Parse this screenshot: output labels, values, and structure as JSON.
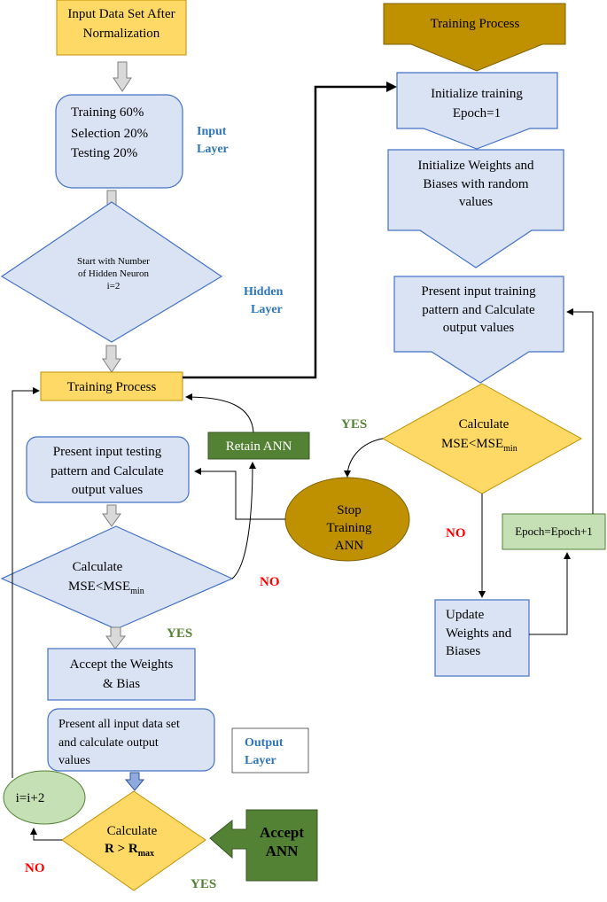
{
  "left": {
    "input_box": [
      "Input Data Set After",
      "Normalization"
    ],
    "split_box": [
      "Training 60%",
      "Selection 20%",
      "Testing 20%"
    ],
    "input_layer_label": [
      "Input",
      "Layer"
    ],
    "hidden_diamond": [
      "Start with Number",
      "of Hidden Neuron",
      "i=2"
    ],
    "hidden_layer_label": [
      "Hidden",
      "Layer"
    ],
    "training_process": "Training Process",
    "retain_ann": "Retain ANN",
    "present_testing": [
      "Present input testing",
      "pattern and Calculate",
      "output values"
    ],
    "stop_training": [
      "Stop",
      "Training",
      "ANN"
    ],
    "calc_mse_diamond": {
      "line1": "Calculate",
      "line2": "MSE<MSE",
      "sub": "min"
    },
    "no_label": "NO",
    "yes_label": "YES",
    "accept_weights": [
      "Accept the Weights",
      "& Bias"
    ],
    "present_all": [
      "Present all input data set",
      "and calculate output",
      "values"
    ],
    "output_layer_label": [
      "Output",
      "Layer"
    ],
    "increment": "i=i+2",
    "calc_r_diamond": {
      "line1": "Calculate",
      "line2": "R > R",
      "sub": "max"
    },
    "accept_ann": [
      "Accept",
      "ANN"
    ],
    "no_bottom": "NO",
    "yes_bottom": "YES"
  },
  "right": {
    "training_process_header": "Training Process",
    "init_training": [
      "Initialize training",
      "Epoch=1"
    ],
    "init_weights": [
      "Initialize Weights and",
      "Biases with random",
      "values"
    ],
    "present_training": [
      "Present input training",
      "pattern and Calculate",
      "output values"
    ],
    "calc_mse_diamond": {
      "line1": "Calculate",
      "line2": "MSE<MSE",
      "sub": "min"
    },
    "yes_label": "YES",
    "no_label": "NO",
    "epoch_increment": "Epoch=Epoch+1",
    "update_weights": [
      "Update",
      "Weights and",
      "Biases"
    ]
  }
}
